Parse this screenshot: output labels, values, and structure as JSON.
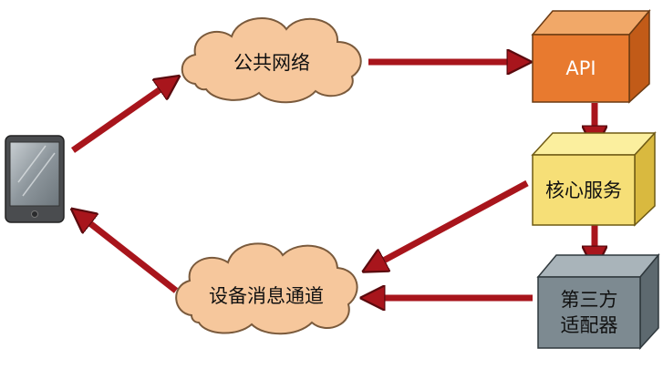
{
  "nodes": {
    "public_network": {
      "label": "公共网络"
    },
    "api": {
      "label": "API"
    },
    "core_service": {
      "label": "核心服务"
    },
    "third_party_adapter": {
      "line1": "第三方",
      "line2": "适配器"
    },
    "device_channel": {
      "label": "设备消息通道"
    }
  },
  "colors": {
    "cloud_fill": "#f6c79c",
    "cloud_stroke": "#7a5a3c",
    "api_front": "#e87a2f",
    "api_top": "#f1a868",
    "api_side": "#c25b18",
    "core_front": "#f6df77",
    "core_top": "#fbef9e",
    "core_side": "#d9b93f",
    "adapter_front": "#7d8a91",
    "adapter_top": "#a9b4ba",
    "adapter_side": "#5d696f",
    "arrow": "#a8151c",
    "phone_body": "#4a4c4f",
    "phone_screen": "#9aa2a8"
  }
}
